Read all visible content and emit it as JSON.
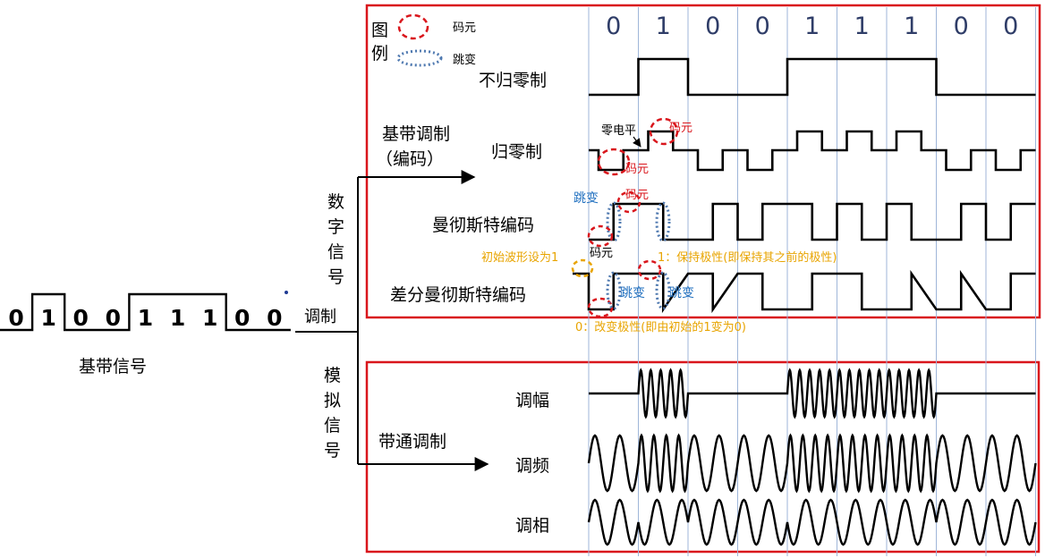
{
  "baseband": {
    "bits": [
      "0",
      "1",
      "0",
      "0",
      "1",
      "1",
      "1",
      "0",
      "0"
    ],
    "bit_values": [
      0,
      1,
      0,
      0,
      1,
      1,
      1,
      0,
      0
    ],
    "label": "基带信号"
  },
  "modulation_label": "调制",
  "digital_label": [
    "数",
    "字",
    "信",
    "号"
  ],
  "analog_label": [
    "模",
    "拟",
    "信",
    "号"
  ],
  "baseband_modulation_label": [
    "基带调制",
    "（编码）"
  ],
  "bandpass_modulation_label": "带通调制",
  "legend": {
    "title": [
      "图",
      "例"
    ],
    "code_element": "码元",
    "transition": "跳变"
  },
  "bit_header": [
    "0",
    "1",
    "0",
    "0",
    "1",
    "1",
    "1",
    "0",
    "0"
  ],
  "encodings": {
    "nrz": "不归零制",
    "rz": "归零制",
    "manchester": "曼彻斯特编码",
    "diff_manchester": "差分曼彻斯特编码"
  },
  "annotations": {
    "zero_level": "零电平",
    "code_element": "码元",
    "transition": "跳变",
    "initial_waveform": "初始波形设为1",
    "keep_polarity": "1：保持极性(即保持其之前的极性)",
    "change_polarity": "0：改变极性(即由初始的1变为0)"
  },
  "analog": {
    "am": "调幅",
    "fm": "调频",
    "pm": "调相"
  },
  "colors": {
    "frame": "#d9161c",
    "header_digit": "#2f3d68",
    "grid": "#9fb6d9",
    "legend_red": "#d9161c",
    "legend_blue": "#4f79b0",
    "annot_blue": "#1f6fbf",
    "annot_orange": "#e8a400",
    "dot_blue": "#1f3a93"
  }
}
